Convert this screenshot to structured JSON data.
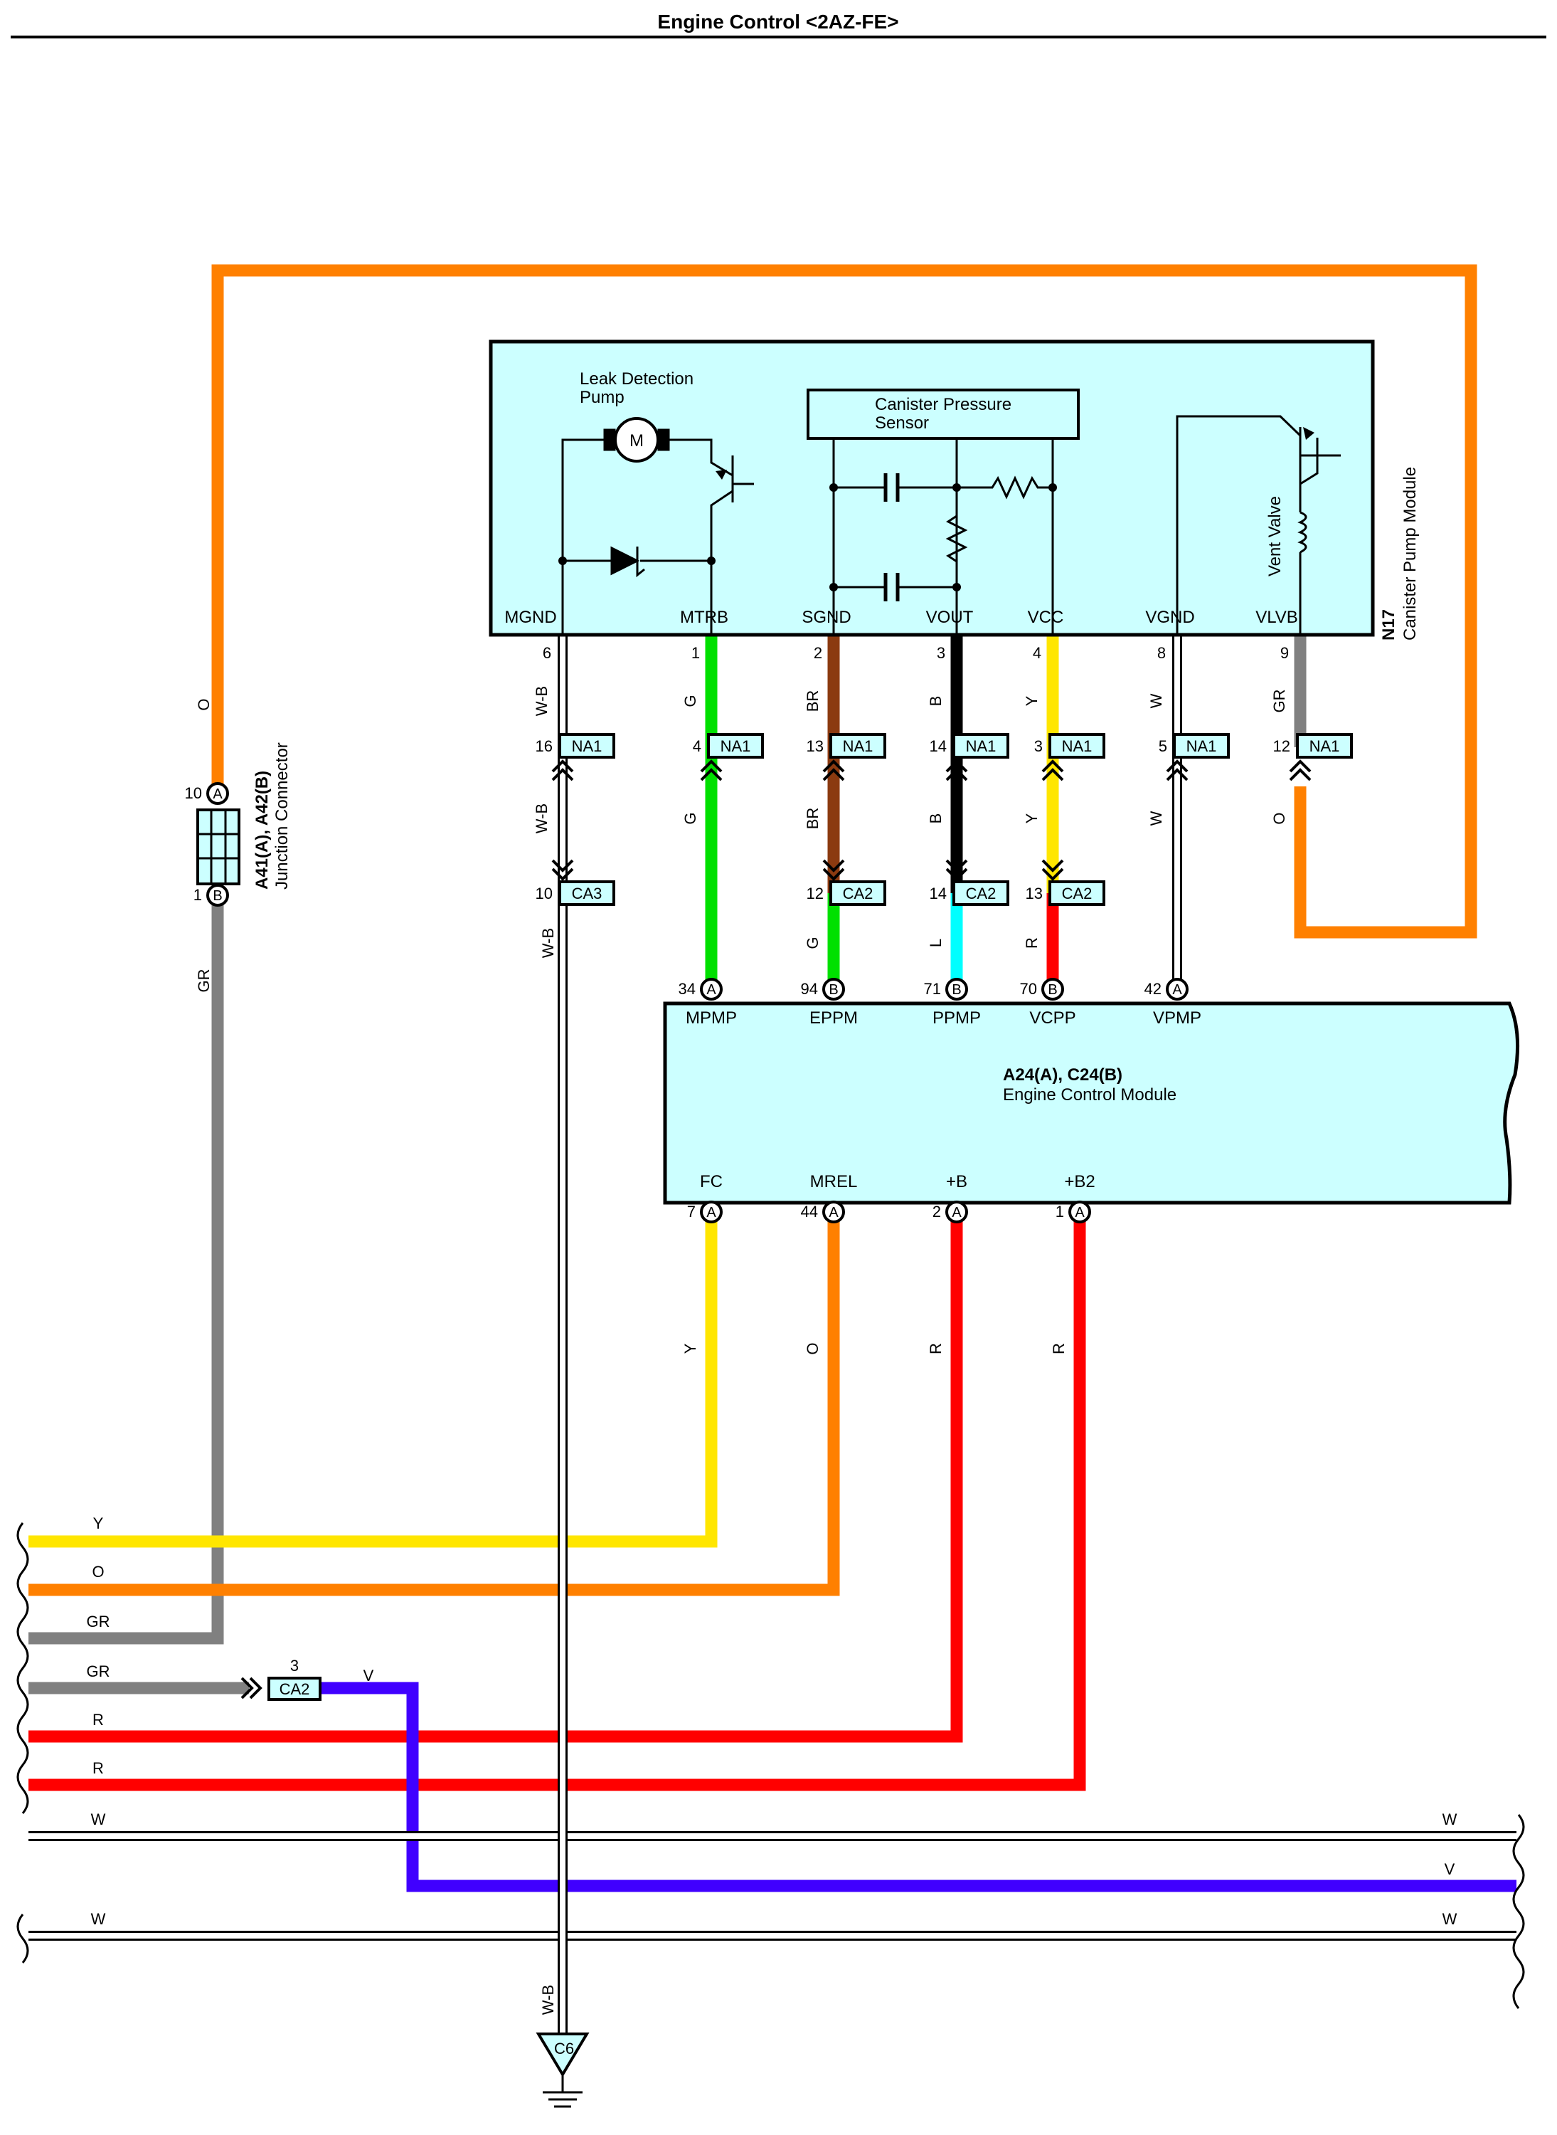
{
  "page": {
    "title": "Engine Control <2AZ-FE>"
  },
  "n17": {
    "ref": "N17",
    "name": "Canister Pump Module",
    "leak_pump_line1": "Leak Detection",
    "leak_pump_line2": "Pump",
    "motor_symbol": "M",
    "sensor_line1": "Canister Pressure",
    "sensor_line2": "Sensor",
    "vent_valve": "Vent Valve",
    "pins": [
      {
        "label": "MGND",
        "num": "6",
        "wire": "W-B"
      },
      {
        "label": "MTRB",
        "num": "1",
        "wire": "G"
      },
      {
        "label": "SGND",
        "num": "2",
        "wire": "BR"
      },
      {
        "label": "VOUT",
        "num": "3",
        "wire": "B"
      },
      {
        "label": "VCC",
        "num": "4",
        "wire": "Y"
      },
      {
        "label": "VGND",
        "num": "8",
        "wire": "W"
      },
      {
        "label": "VLVB",
        "num": "9",
        "wire": "GR"
      }
    ]
  },
  "na1": {
    "name": "NA1",
    "pins": [
      "16",
      "4",
      "13",
      "14",
      "3",
      "5",
      "12"
    ],
    "below_wires": [
      "W-B",
      "G",
      "BR",
      "B",
      "Y",
      "W",
      "O"
    ]
  },
  "ca_row": [
    {
      "num": "10",
      "name": "CA3",
      "wire": "W-B"
    },
    {
      "num": "12",
      "name": "CA2",
      "wire": "G"
    },
    {
      "num": "14",
      "name": "CA2",
      "wire": "L"
    },
    {
      "num": "13",
      "name": "CA2",
      "wire": "R"
    }
  ],
  "ecm": {
    "ref": "A24(A), C24(B)",
    "name": "Engine Control Module",
    "top_pins": [
      {
        "num": "34",
        "conn": "A",
        "label": "MPMP"
      },
      {
        "num": "94",
        "conn": "B",
        "label": "EPPM"
      },
      {
        "num": "71",
        "conn": "B",
        "label": "PPMP"
      },
      {
        "num": "70",
        "conn": "B",
        "label": "VCPP"
      },
      {
        "num": "42",
        "conn": "A",
        "label": "VPMP"
      }
    ],
    "bottom_pins": [
      {
        "num": "7",
        "conn": "A",
        "label": "FC",
        "wire": "Y"
      },
      {
        "num": "44",
        "conn": "A",
        "label": "MREL",
        "wire": "O"
      },
      {
        "num": "2",
        "conn": "A",
        "label": "+B",
        "wire": "R"
      },
      {
        "num": "1",
        "conn": "A",
        "label": "+B2",
        "wire": "R"
      }
    ]
  },
  "junction": {
    "ref": "A41(A), A42(B)",
    "name": "Junction Connector",
    "pin_top_num": "10",
    "pin_top_conn": "A",
    "pin_bottom_num": "1",
    "pin_bottom_conn": "B",
    "wire_top": "O",
    "wire_bottom": "GR"
  },
  "left_wires": [
    "Y",
    "O",
    "GR",
    "GR",
    "R",
    "R",
    "W",
    "W"
  ],
  "right_wires": [
    "W",
    "V",
    "W"
  ],
  "ca2_left": {
    "num": "3",
    "name": "CA2",
    "wire_out": "V"
  },
  "ground": {
    "name": "C6",
    "wire": "W-B"
  },
  "colors": {
    "orange": "#ff8000",
    "gray": "#808080",
    "green": "#00e000",
    "brown": "#8b3a10",
    "black": "#000000",
    "yellow": "#ffe600",
    "red": "#ff0000",
    "cyan": "#00ffff",
    "violet": "#4000ff",
    "module_fill": "#ccffff"
  }
}
